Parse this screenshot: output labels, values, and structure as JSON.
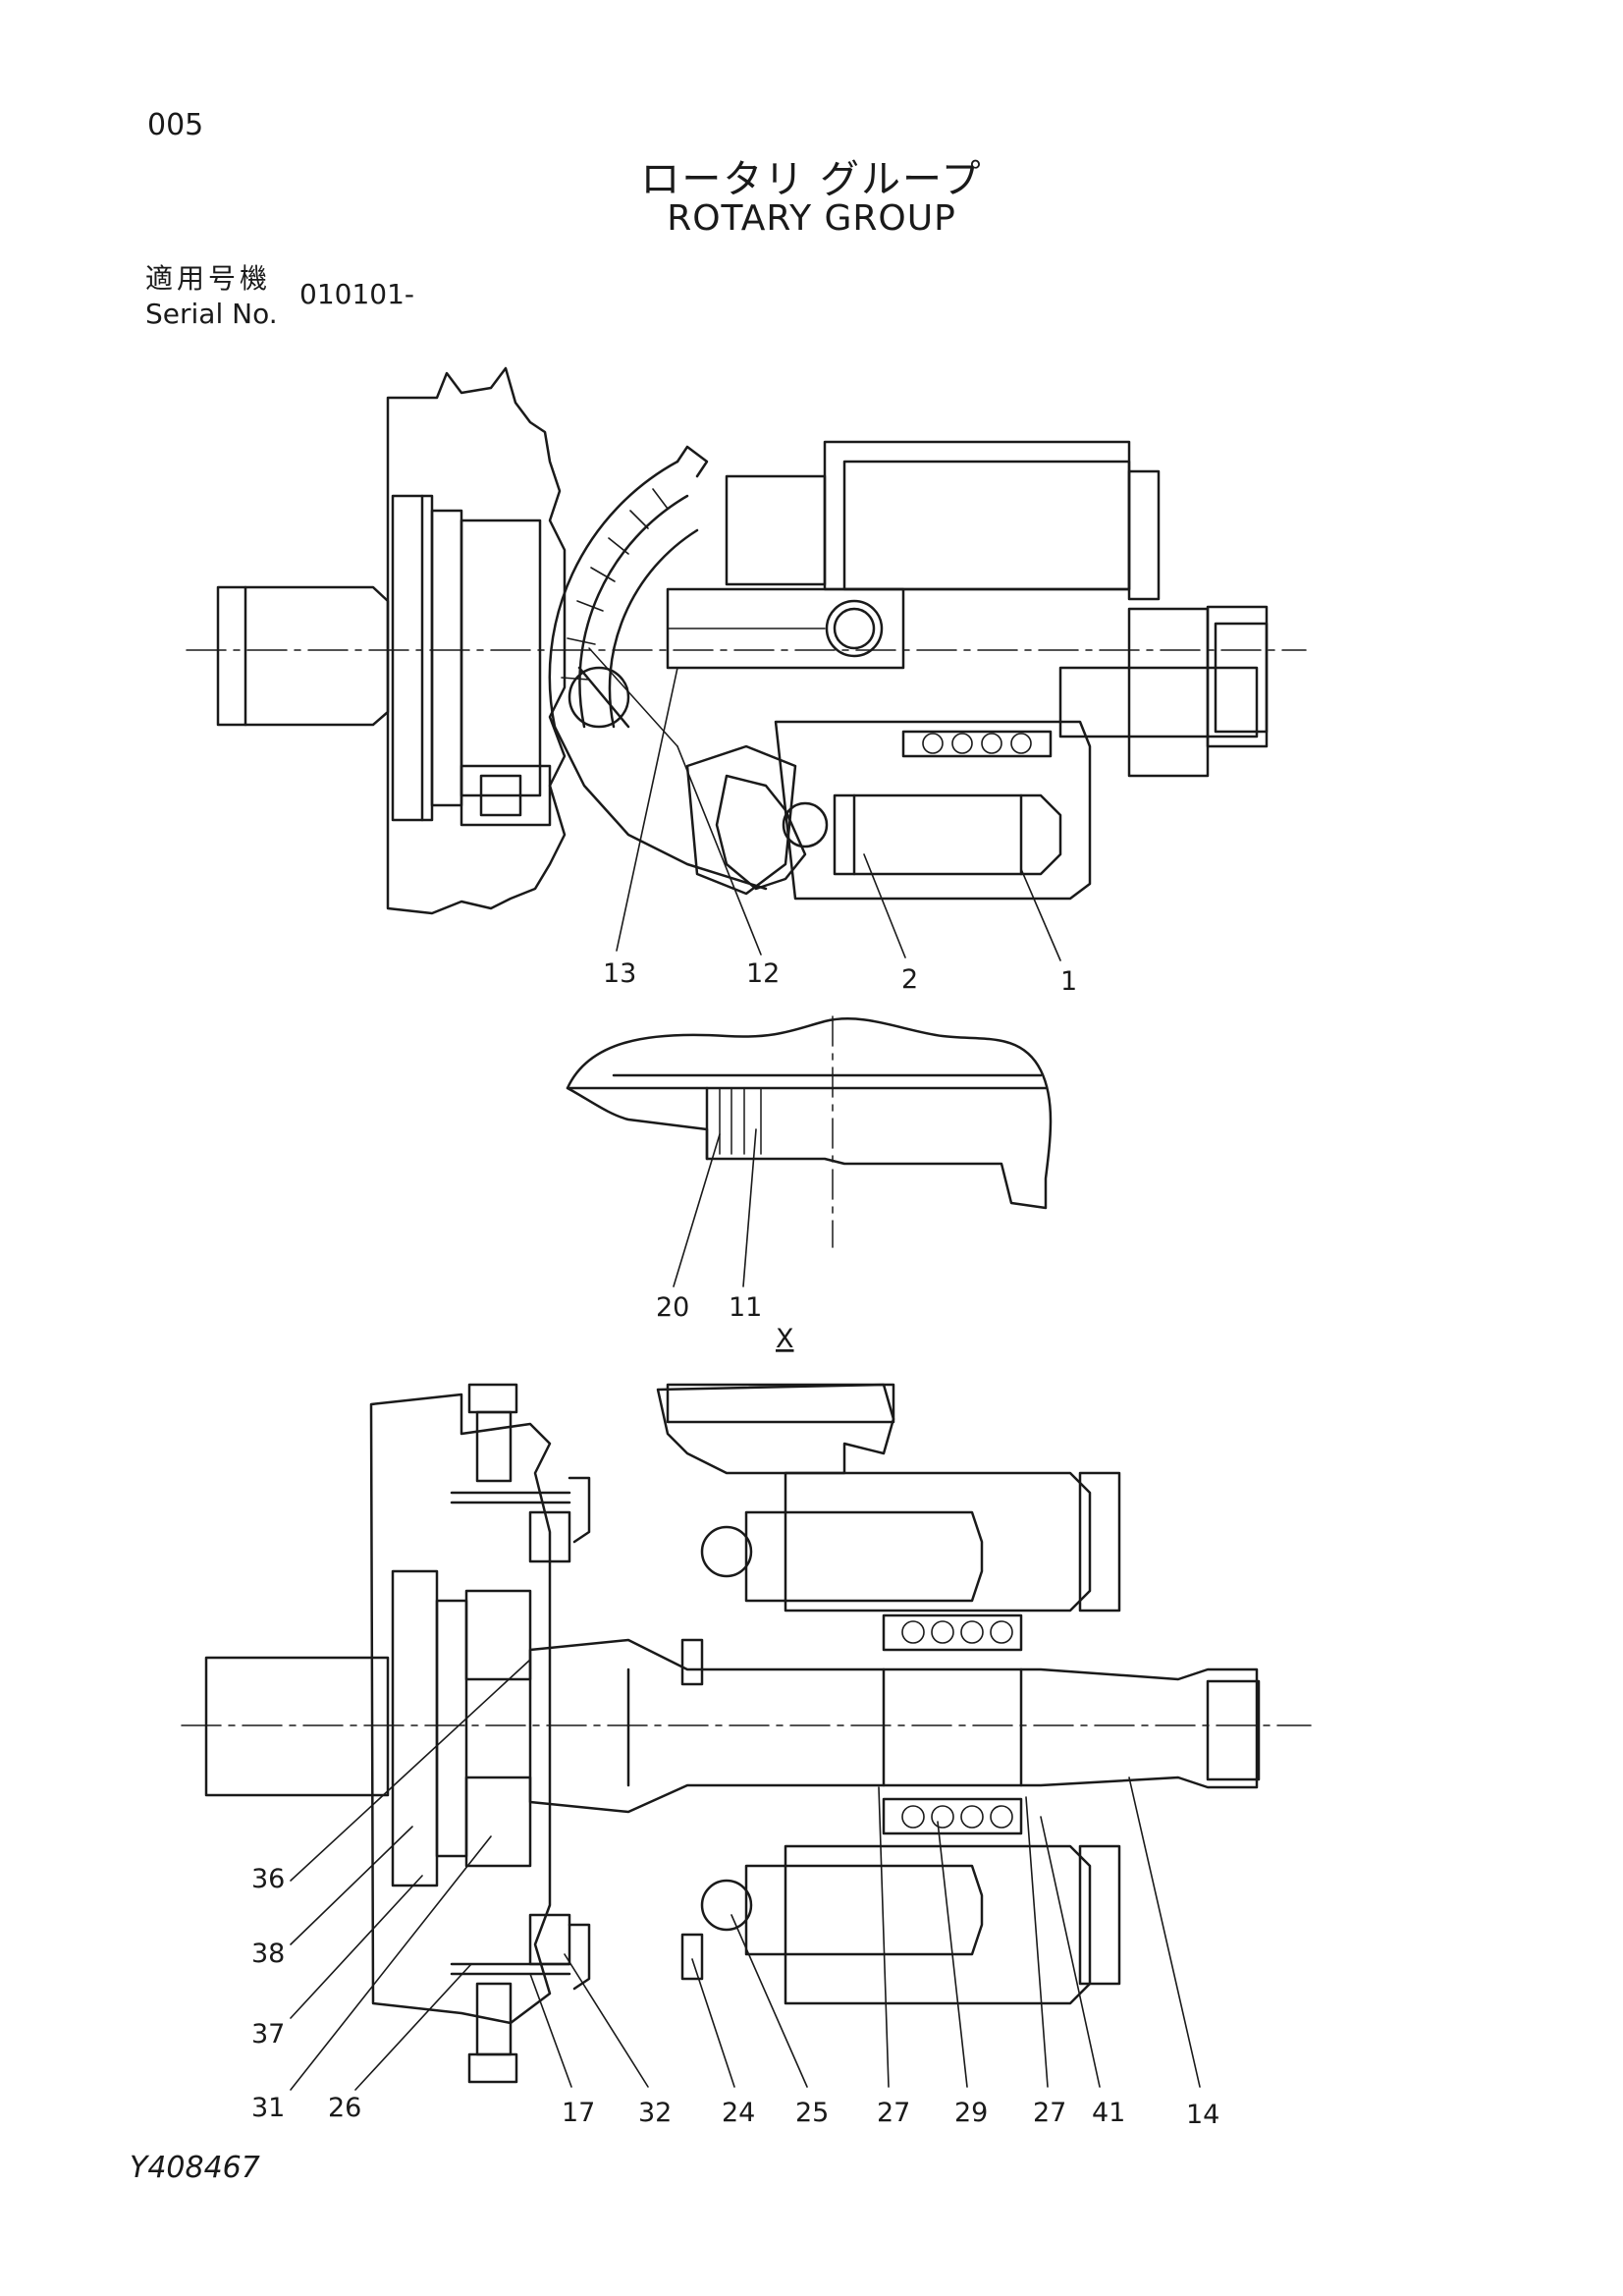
{
  "page_id": "005",
  "title_jp": "ロータリ グループ",
  "title_en": "ROTARY GROUP",
  "serial": {
    "label_jp": "適用号機",
    "label_en": "Serial No.",
    "value": "010101-"
  },
  "drawing_no": "Y408467",
  "view_marker": "X",
  "callouts_top": [
    "13",
    "12",
    "2",
    "1"
  ],
  "callouts_detail": [
    "20",
    "11"
  ],
  "callouts_bottom": [
    "36",
    "38",
    "37",
    "31",
    "26",
    "17",
    "32",
    "24",
    "25",
    "27",
    "29",
    "27",
    "41",
    "14"
  ]
}
